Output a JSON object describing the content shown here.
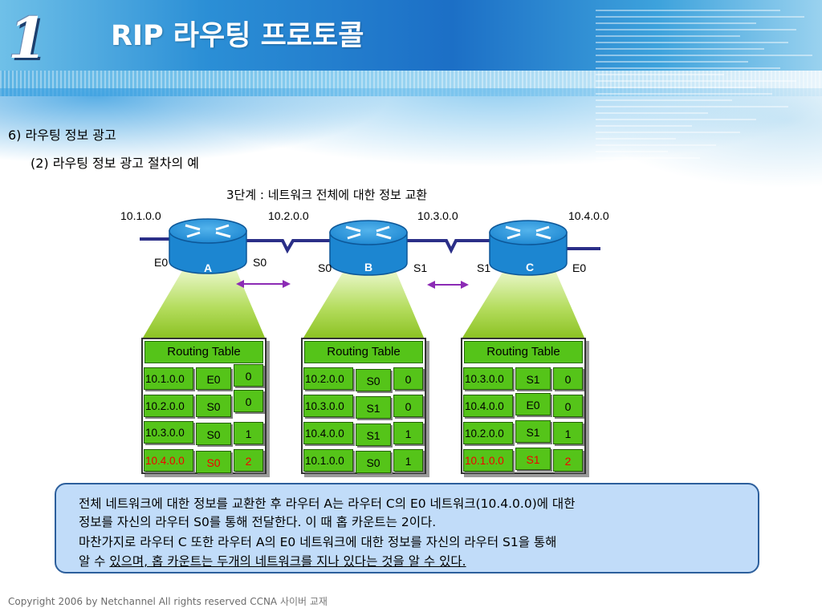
{
  "slide": {
    "chapter_number": "1",
    "title": "RIP 라우팅 프로토콜",
    "section": "6) 라우팅 정보 광고",
    "subsection": "(2) 라우팅 정보 광고 절차의 예",
    "step_title": "3단계 : 네트워크 전체에 대한 정보 교환"
  },
  "topology": {
    "networks": [
      "10.1.0.0",
      "10.2.0.0",
      "10.3.0.0",
      "10.4.0.0"
    ],
    "routers": [
      {
        "name": "A",
        "left_port": "E0",
        "right_port": "S0"
      },
      {
        "name": "B",
        "left_port": "S0",
        "right_port": "S1"
      },
      {
        "name": "C",
        "left_port": "S1",
        "right_port": "E0"
      }
    ],
    "colors": {
      "router_body": "#1d8bd6",
      "router_label": "#ffffff",
      "link_line": "#2b2f88",
      "exchange_arrow": "#8c2bb5",
      "cone": "#9fd23f"
    }
  },
  "routing_table_title": "Routing Table",
  "routing_tables": [
    {
      "router": "A",
      "rows": [
        {
          "network": "10.1.0.0",
          "port": "E0",
          "hops": "0",
          "learned": false
        },
        {
          "network": "10.2.0.0",
          "port": "S0",
          "hops": "0",
          "learned": false
        },
        {
          "network": "10.3.0.0",
          "port": "S0",
          "hops": "1",
          "learned": false
        },
        {
          "network": "10.4.0.0",
          "port": "S0",
          "hops": "2",
          "learned": true
        }
      ]
    },
    {
      "router": "B",
      "rows": [
        {
          "network": "10.2.0.0",
          "port": "S0",
          "hops": "0",
          "learned": false
        },
        {
          "network": "10.3.0.0",
          "port": "S1",
          "hops": "0",
          "learned": false
        },
        {
          "network": "10.4.0.0",
          "port": "S1",
          "hops": "1",
          "learned": false
        },
        {
          "network": "10.1.0.0",
          "port": "S0",
          "hops": "1",
          "learned": false
        }
      ]
    },
    {
      "router": "C",
      "rows": [
        {
          "network": "10.3.0.0",
          "port": "S1",
          "hops": "0",
          "learned": false
        },
        {
          "network": "10.4.0.0",
          "port": "E0",
          "hops": "0",
          "learned": false
        },
        {
          "network": "10.2.0.0",
          "port": "S1",
          "hops": "1",
          "learned": false
        },
        {
          "network": "10.1.0.0",
          "port": "S1",
          "hops": "2",
          "learned": true
        }
      ]
    }
  ],
  "colors": {
    "table_cell": "#55c419",
    "learned_text": "#f30000",
    "summary_box": "#c1dcf9",
    "summary_border": "#2d5f9c"
  },
  "summary": {
    "line1": "전체 네트워크에 대한 정보를 교환한 후 라우터 A는 라우터 C의 E0 네트워크(10.4.0.0)에 대한",
    "line2": "정보를 자신의 라우터 S0를 통해 전달한다. 이 때 홉 카운트는 2이다.",
    "line3": "마찬가지로 라우터 C 또한 라우터 A의  E0 네트워크에 대한 정보를 자신의 라우터 S1을 통해",
    "line4_plain": "알 수 ",
    "line4_underlined": "있으며, 홉 카운트는 두개의 네트워크를 지나 있다는 것을 알 수 있다."
  },
  "footer": {
    "copyright": "Copyright 2006 by Netchannel All rights reserved CCNA ",
    "suffix": "사이버 교재"
  }
}
